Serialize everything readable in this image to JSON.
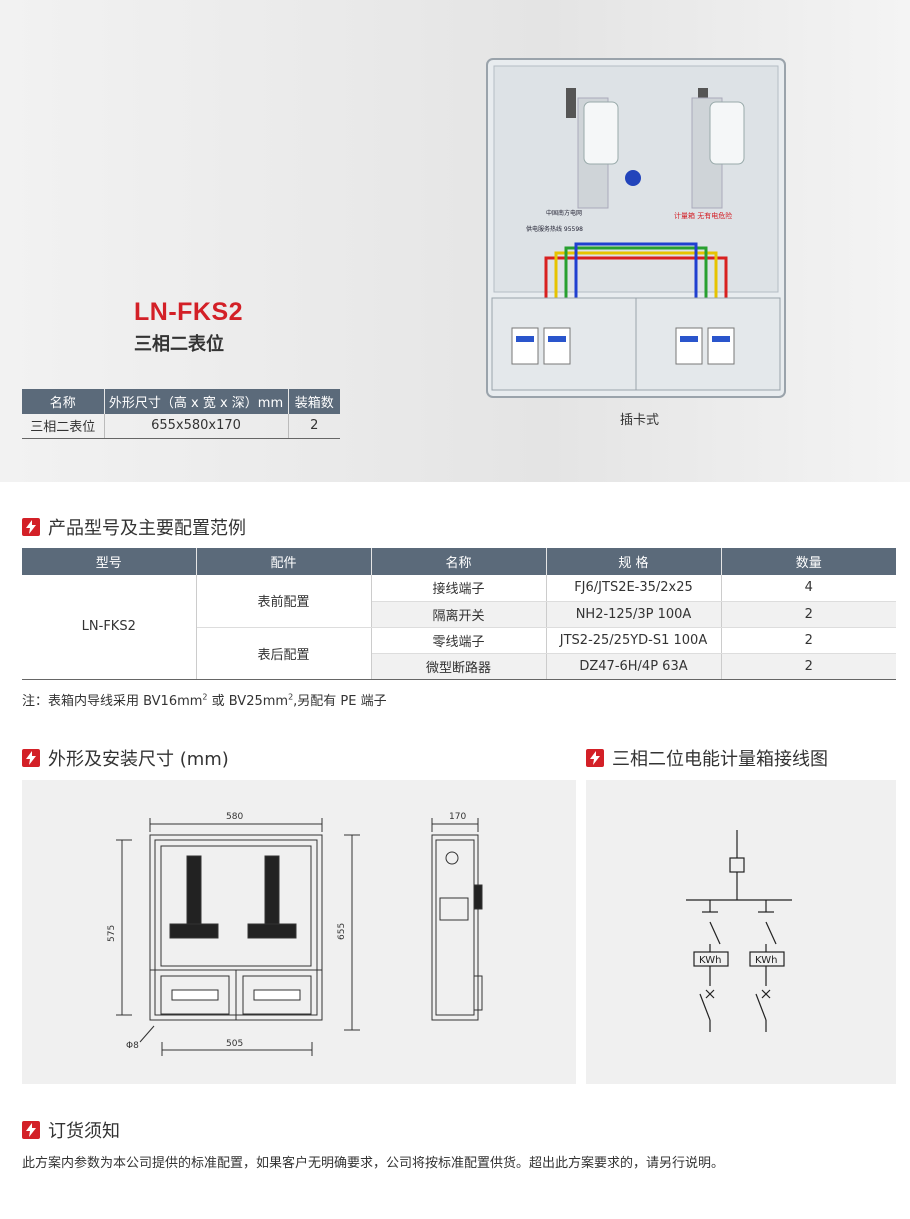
{
  "product": {
    "model": "LN-FKS2",
    "name": "三相二表位",
    "photo_caption": "插卡式",
    "photo_label1": "中国南方电网",
    "photo_label2": "供电服务热线 95598",
    "photo_warning": "计量箱  无有电危险"
  },
  "summary_table": {
    "headers": [
      "名称",
      "外形尺寸（高 x 宽 x 深）mm",
      "装箱数"
    ],
    "row": [
      "三相二表位",
      "655x580x170",
      "2"
    ]
  },
  "config_section": {
    "title": "产品型号及主要配置范例",
    "headers": [
      "型号",
      "配件",
      "名称",
      "规 格",
      "数量"
    ],
    "model": "LN-FKS2",
    "groups": [
      {
        "accessory": "表前配置",
        "rows": [
          {
            "name": "接线端子",
            "spec": "FJ6/JTS2E-35/2x25",
            "qty": "4"
          },
          {
            "name": "隔离开关",
            "spec": "NH2-125/3P 100A",
            "qty": "2"
          }
        ]
      },
      {
        "accessory": "表后配置",
        "rows": [
          {
            "name": "零线端子",
            "spec": "JTS2-25/25YD-S1 100A",
            "qty": "2"
          },
          {
            "name": "微型断路器",
            "spec": "DZ47-6H/4P 63A",
            "qty": "2"
          }
        ]
      }
    ],
    "note_a": "注：表箱内导线采用 BV16mm",
    "note_sup1": "2",
    "note_b": " 或 BV25mm",
    "note_sup2": "2",
    "note_c": ",另配有 PE 端子"
  },
  "dims_section": {
    "title": "外形及安装尺寸 (mm)",
    "dim_width": "580",
    "dim_depth": "170",
    "dim_inner_h": "575",
    "dim_height": "655",
    "dim_bottom": "505",
    "dim_hole": "Φ8"
  },
  "wiring_section": {
    "title": "三相二位电能计量箱接线图",
    "meter_label": "KWh"
  },
  "order_section": {
    "title": "订货须知",
    "text": "此方案内参数为本公司提供的标准配置，如果客户无明确要求，公司将按标准配置供货。超出此方案要求的，请另行说明。"
  },
  "colors": {
    "accent": "#d32027",
    "header_bg": "#5b6a7a",
    "panel_bg": "#f0f0f0"
  },
  "icons": {
    "section": "lightning-icon"
  }
}
